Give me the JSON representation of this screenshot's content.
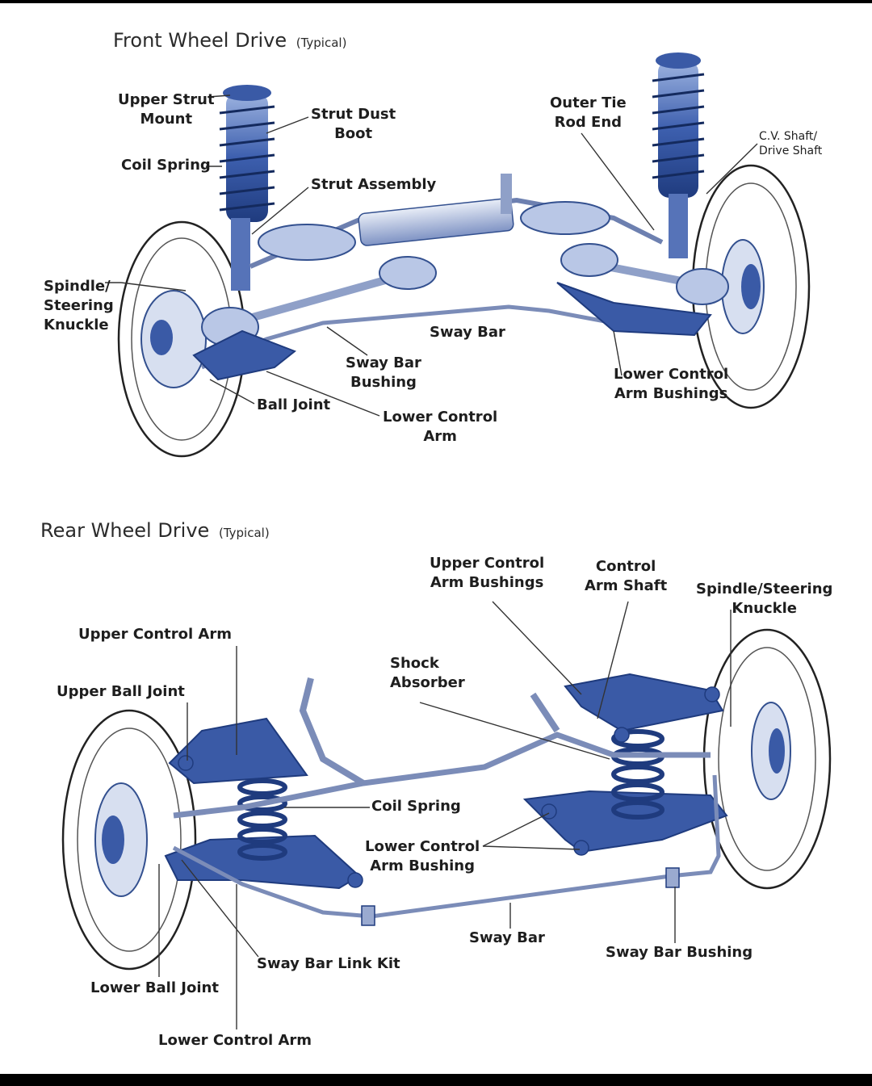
{
  "front": {
    "title": "Front Wheel Drive",
    "subtitle": "(Typical)",
    "labels": {
      "upper_strut_mount": "Upper Strut\nMount",
      "strut_dust_boot": "Strut Dust\nBoot",
      "coil_spring": "Coil Spring",
      "strut_assembly": "Strut Assembly",
      "outer_tie_rod_end": "Outer Tie\nRod End",
      "cv_shaft": "C.V. Shaft/\nDrive Shaft",
      "spindle_steering_knuckle": "Spindle/\nSteering\nKnuckle",
      "sway_bar": "Sway Bar",
      "sway_bar_bushing": "Sway Bar\nBushing",
      "lower_control_arm_bushings": "Lower Control\nArm Bushings",
      "ball_joint": "Ball Joint",
      "lower_control_arm": "Lower Control\nArm"
    }
  },
  "rear": {
    "title": "Rear Wheel Drive",
    "subtitle": "(Typical)",
    "labels": {
      "upper_control_arm_bushings": "Upper Control\nArm Bushings",
      "control_arm_shaft": "Control\nArm Shaft",
      "spindle_steering_knuckle": "Spindle/Steering\nKnuckle",
      "upper_control_arm": "Upper Control Arm",
      "upper_ball_joint": "Upper Ball Joint",
      "shock_absorber": "Shock\nAbsorber",
      "coil_spring": "Coil Spring",
      "lower_control_arm_bushing": "Lower Control\nArm Bushing",
      "sway_bar": "Sway Bar",
      "sway_bar_bushing": "Sway Bar Bushing",
      "sway_bar_link_kit": "Sway Bar Link Kit",
      "lower_ball_joint": "Lower Ball Joint",
      "lower_control_arm": "Lower Control Arm"
    }
  },
  "colors": {
    "part_blue": "#3a5aa6",
    "part_blue_light": "#8fa7d8",
    "part_blue_dark": "#223f82",
    "tire_outline": "#222222",
    "leader_line": "#333333"
  }
}
